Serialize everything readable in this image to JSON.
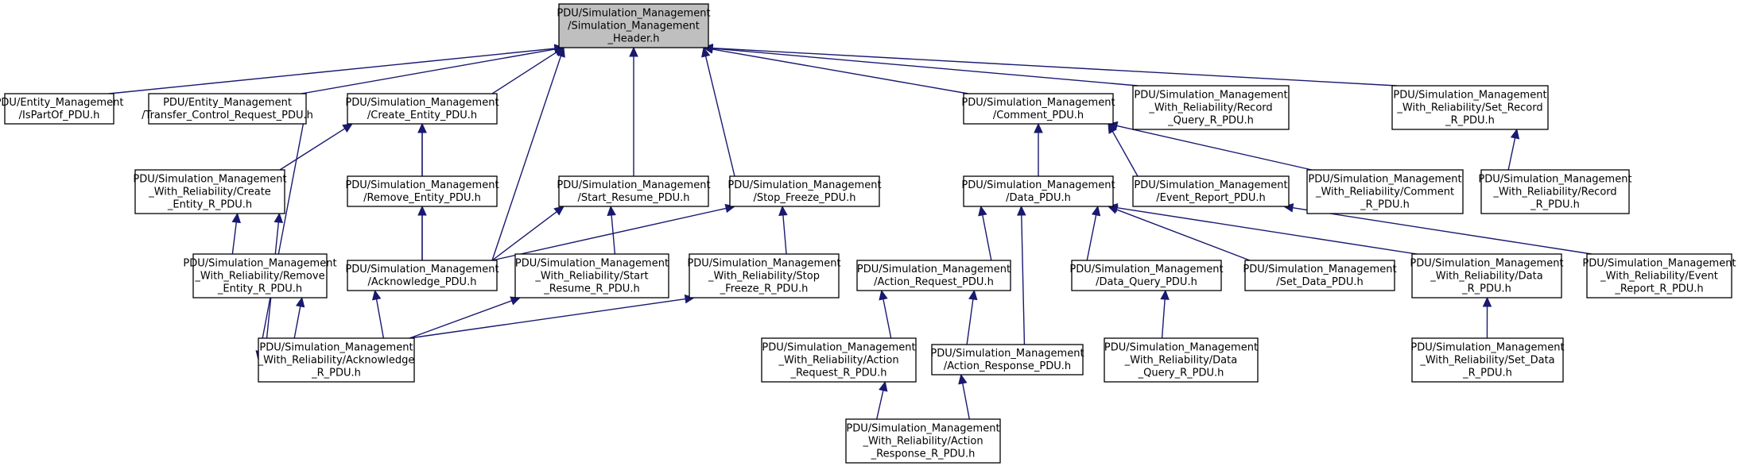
{
  "graph": {
    "nodes": [
      {
        "id": "header",
        "root": true,
        "lines": [
          "PDU/Simulation_Management",
          "/Simulation_Management",
          "_Header.h"
        ]
      },
      {
        "id": "ispartof",
        "lines": [
          "PDU/Entity_Management",
          "/IsPartOf_PDU.h"
        ]
      },
      {
        "id": "transfer_control",
        "lines": [
          "PDU/Entity_Management",
          "/Transfer_Control_Request_PDU.h"
        ]
      },
      {
        "id": "create_entity",
        "lines": [
          "PDU/Simulation_Management",
          "/Create_Entity_PDU.h"
        ]
      },
      {
        "id": "comment",
        "lines": [
          "PDU/Simulation_Management",
          "/Comment_PDU.h"
        ]
      },
      {
        "id": "record_query_r",
        "lines": [
          "PDU/Simulation_Management",
          "_With_Reliability/Record",
          "_Query_R_PDU.h"
        ]
      },
      {
        "id": "set_record_r",
        "lines": [
          "PDU/Simulation_Management",
          "_With_Reliability/Set_Record",
          "_R_PDU.h"
        ]
      },
      {
        "id": "create_entity_r",
        "lines": [
          "PDU/Simulation_Management",
          "_With_Reliability/Create",
          "_Entity_R_PDU.h"
        ]
      },
      {
        "id": "remove_entity",
        "lines": [
          "PDU/Simulation_Management",
          "/Remove_Entity_PDU.h"
        ]
      },
      {
        "id": "start_resume",
        "lines": [
          "PDU/Simulation_Management",
          "/Start_Resume_PDU.h"
        ]
      },
      {
        "id": "stop_freeze",
        "lines": [
          "PDU/Simulation_Management",
          "/Stop_Freeze_PDU.h"
        ]
      },
      {
        "id": "data_pdu",
        "lines": [
          "PDU/Simulation_Management",
          "/Data_PDU.h"
        ]
      },
      {
        "id": "event_report",
        "lines": [
          "PDU/Simulation_Management",
          "/Event_Report_PDU.h"
        ]
      },
      {
        "id": "comment_r",
        "lines": [
          "PDU/Simulation_Management",
          "_With_Reliability/Comment",
          "_R_PDU.h"
        ]
      },
      {
        "id": "record_r",
        "lines": [
          "PDU/Simulation_Management",
          "_With_Reliability/Record",
          "_R_PDU.h"
        ]
      },
      {
        "id": "remove_entity_r",
        "lines": [
          "PDU/Simulation_Management",
          "_With_Reliability/Remove",
          "_Entity_R_PDU.h"
        ]
      },
      {
        "id": "acknowledge",
        "lines": [
          "PDU/Simulation_Management",
          "/Acknowledge_PDU.h"
        ]
      },
      {
        "id": "start_resume_r",
        "lines": [
          "PDU/Simulation_Management",
          "_With_Reliability/Start",
          "_Resume_R_PDU.h"
        ]
      },
      {
        "id": "stop_freeze_r",
        "lines": [
          "PDU/Simulation_Management",
          "_With_Reliability/Stop",
          "_Freeze_R_PDU.h"
        ]
      },
      {
        "id": "action_request",
        "lines": [
          "PDU/Simulation_Management",
          "/Action_Request_PDU.h"
        ]
      },
      {
        "id": "data_query",
        "lines": [
          "PDU/Simulation_Management",
          "/Data_Query_PDU.h"
        ]
      },
      {
        "id": "set_data",
        "lines": [
          "PDU/Simulation_Management",
          "/Set_Data_PDU.h"
        ]
      },
      {
        "id": "data_r",
        "lines": [
          "PDU/Simulation_Management",
          "_With_Reliability/Data",
          "_R_PDU.h"
        ]
      },
      {
        "id": "event_report_r",
        "lines": [
          "PDU/Simulation_Management",
          "_With_Reliability/Event",
          "_Report_R_PDU.h"
        ]
      },
      {
        "id": "acknowledge_r",
        "lines": [
          "PDU/Simulation_Management",
          "_With_Reliability/Acknowledge",
          "_R_PDU.h"
        ]
      },
      {
        "id": "action_request_r",
        "lines": [
          "PDU/Simulation_Management",
          "_With_Reliability/Action",
          "_Request_R_PDU.h"
        ]
      },
      {
        "id": "action_response",
        "lines": [
          "PDU/Simulation_Management",
          "/Action_Response_PDU.h"
        ]
      },
      {
        "id": "data_query_r",
        "lines": [
          "PDU/Simulation_Management",
          "_With_Reliability/Data",
          "_Query_R_PDU.h"
        ]
      },
      {
        "id": "set_data_r",
        "lines": [
          "PDU/Simulation_Management",
          "_With_Reliability/Set_Data",
          "_R_PDU.h"
        ]
      },
      {
        "id": "action_response_r",
        "lines": [
          "PDU/Simulation_Management",
          "_With_Reliability/Action",
          "_Response_R_PDU.h"
        ]
      }
    ],
    "edges": [
      {
        "from": "ispartof",
        "to": "header"
      },
      {
        "from": "transfer_control",
        "to": "header"
      },
      {
        "from": "create_entity",
        "to": "header"
      },
      {
        "from": "comment",
        "to": "header"
      },
      {
        "from": "record_query_r",
        "to": "header"
      },
      {
        "from": "set_record_r",
        "to": "header"
      },
      {
        "from": "acknowledge",
        "to": "header"
      },
      {
        "from": "start_resume",
        "to": "header"
      },
      {
        "from": "stop_freeze",
        "to": "header"
      },
      {
        "from": "transfer_control",
        "to": "acknowledge_r"
      },
      {
        "from": "create_entity_r",
        "to": "create_entity"
      },
      {
        "from": "remove_entity",
        "to": "create_entity"
      },
      {
        "from": "acknowledge",
        "to": "create_entity"
      },
      {
        "from": "remove_entity_r",
        "to": "create_entity_r"
      },
      {
        "from": "acknowledge_r",
        "to": "create_entity_r"
      },
      {
        "from": "acknowledge",
        "to": "remove_entity"
      },
      {
        "from": "acknowledge_r",
        "to": "remove_entity_r"
      },
      {
        "from": "acknowledge_r",
        "to": "acknowledge"
      },
      {
        "from": "acknowledge",
        "to": "start_resume"
      },
      {
        "from": "start_resume_r",
        "to": "start_resume"
      },
      {
        "from": "acknowledge",
        "to": "stop_freeze"
      },
      {
        "from": "stop_freeze_r",
        "to": "stop_freeze"
      },
      {
        "from": "acknowledge_r",
        "to": "start_resume_r"
      },
      {
        "from": "acknowledge_r",
        "to": "stop_freeze_r"
      },
      {
        "from": "data_pdu",
        "to": "comment"
      },
      {
        "from": "event_report",
        "to": "comment"
      },
      {
        "from": "comment_r",
        "to": "comment"
      },
      {
        "from": "record_r",
        "to": "set_record_r"
      },
      {
        "from": "action_request",
        "to": "data_pdu"
      },
      {
        "from": "action_response",
        "to": "data_pdu"
      },
      {
        "from": "data_query",
        "to": "data_pdu"
      },
      {
        "from": "set_data",
        "to": "data_pdu"
      },
      {
        "from": "data_r",
        "to": "data_pdu"
      },
      {
        "from": "event_report_r",
        "to": "event_report"
      },
      {
        "from": "action_request_r",
        "to": "action_request"
      },
      {
        "from": "action_response",
        "to": "action_request"
      },
      {
        "from": "action_response_r",
        "to": "action_request_r"
      },
      {
        "from": "action_response_r",
        "to": "action_response"
      },
      {
        "from": "data_query_r",
        "to": "data_query"
      },
      {
        "from": "set_data_r",
        "to": "data_r"
      }
    ]
  }
}
